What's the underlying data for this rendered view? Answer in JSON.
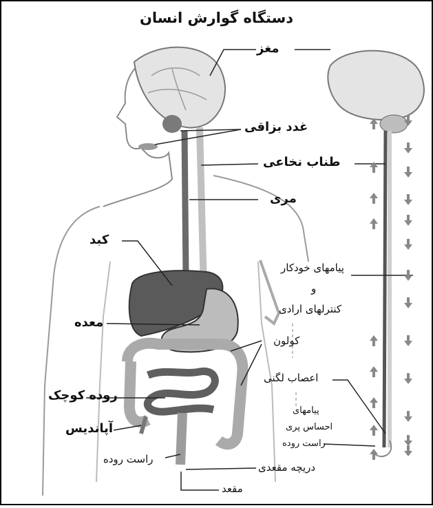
{
  "title": "دستگاه گوارش انسان",
  "labels": {
    "brain": "مغز",
    "salivary": "غدد بزاقی",
    "spinal_cord": "طناب نخاعی",
    "esophagus": "مری",
    "liver": "کبد",
    "auto_msgs": "پیامهای خودکار",
    "and": "و",
    "voluntary": "کنترلهای ارادی",
    "stomach": "معده",
    "colon": "کولون",
    "pelvic_nerves": "اعصاب لگنی",
    "small_intestine": "روده کوچک",
    "appendix": "آپاندیس",
    "sensory_1": "پیامهای",
    "sensory_2": "احساس پری",
    "sensory_3": "راست روده",
    "rectum": "راست روده",
    "anal_sphincter": "دریچه مقعدی",
    "anus": "مقعد"
  },
  "colors": {
    "line": "#222222",
    "organ_dark": "#5a5a5a",
    "organ_mid": "#8c8c8c",
    "organ_light": "#c8c8c8",
    "skin_outline": "#9a9a9a"
  },
  "arrows": {
    "up": [
      "up-arrow-icon",
      "up-arrow-icon",
      "up-arrow-icon",
      "up-arrow-icon",
      "up-arrow-icon",
      "up-arrow-icon",
      "up-arrow-icon",
      "up-arrow-icon",
      "up-arrow-icon"
    ],
    "down": [
      "down-arrow-icon",
      "down-arrow-icon",
      "down-arrow-icon",
      "down-arrow-icon",
      "down-arrow-icon",
      "down-arrow-icon",
      "down-arrow-icon",
      "down-arrow-icon",
      "down-arrow-icon",
      "down-arrow-icon",
      "down-arrow-icon",
      "down-arrow-icon",
      "down-arrow-icon"
    ]
  }
}
